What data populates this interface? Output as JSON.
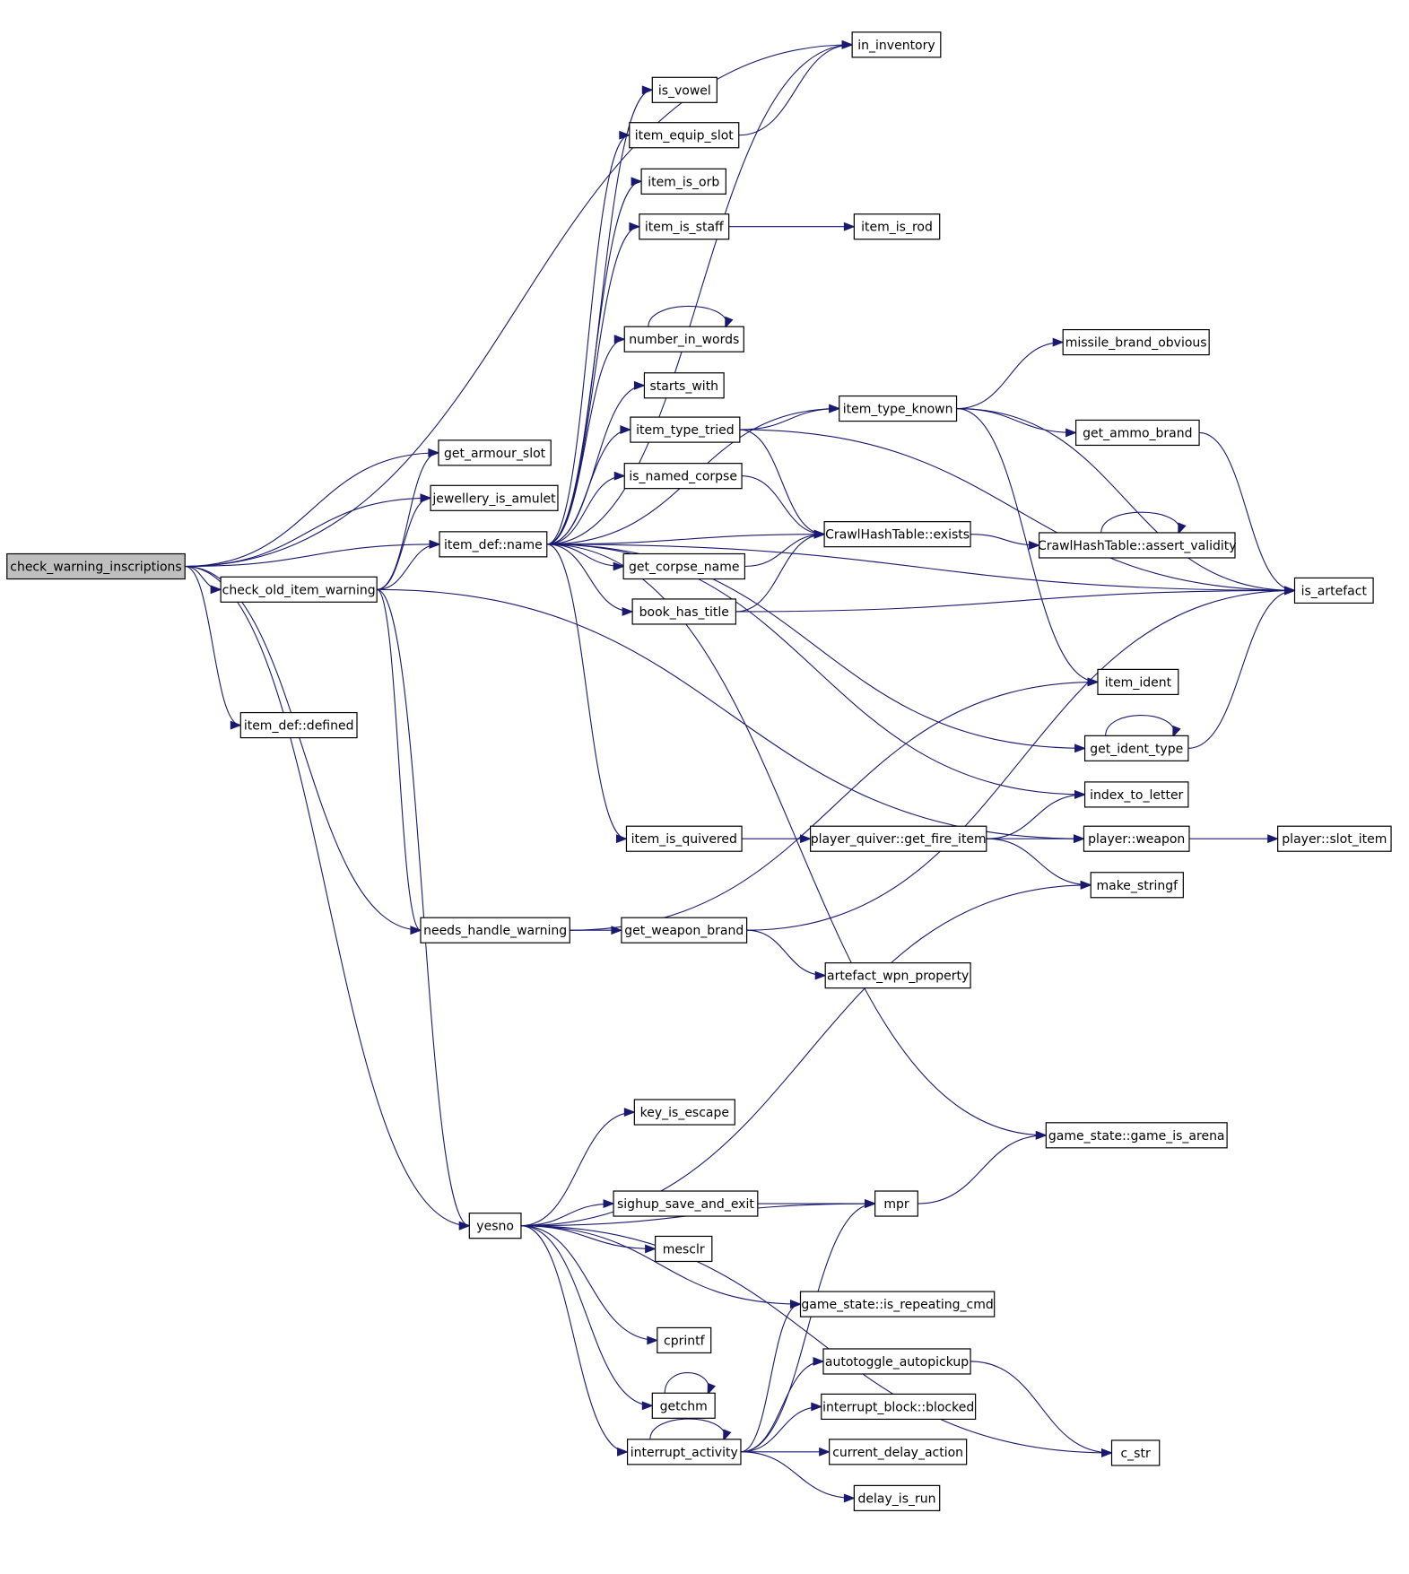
{
  "colors": {
    "edge": "#191970",
    "node_border": "#000000",
    "node_border_incomplete": "#ff0000",
    "root_fill": "#bfbfbf",
    "node_fill": "#ffffff"
  },
  "nodes": [
    {
      "id": "check_warning_inscriptions",
      "label": "check_warning_inscriptions",
      "root": true
    },
    {
      "id": "in_inventory",
      "label": "in_inventory"
    },
    {
      "id": "is_vowel",
      "label": "is_vowel"
    },
    {
      "id": "item_equip_slot",
      "label": "item_equip_slot"
    },
    {
      "id": "item_is_orb",
      "label": "item_is_orb"
    },
    {
      "id": "item_is_staff",
      "label": "item_is_staff"
    },
    {
      "id": "item_is_rod",
      "label": "item_is_rod"
    },
    {
      "id": "number_in_words",
      "label": "number_in_words"
    },
    {
      "id": "missile_brand_obvious",
      "label": "missile_brand_obvious"
    },
    {
      "id": "starts_with",
      "label": "starts_with"
    },
    {
      "id": "item_type_known",
      "label": "item_type_known"
    },
    {
      "id": "item_type_tried",
      "label": "item_type_tried"
    },
    {
      "id": "get_ammo_brand",
      "label": "get_ammo_brand"
    },
    {
      "id": "get_armour_slot",
      "label": "get_armour_slot"
    },
    {
      "id": "is_named_corpse",
      "label": "is_named_corpse"
    },
    {
      "id": "jewellery_is_amulet",
      "label": "jewellery_is_amulet"
    },
    {
      "id": "crawl_exists",
      "label": "CrawlHashTable::exists"
    },
    {
      "id": "assert_validity",
      "label": "CrawlHashTable::assert_validity",
      "incomplete": true
    },
    {
      "id": "item_def_name",
      "label": "item_def::name"
    },
    {
      "id": "get_corpse_name",
      "label": "get_corpse_name"
    },
    {
      "id": "check_old_item_warning",
      "label": "check_old_item_warning"
    },
    {
      "id": "is_artefact",
      "label": "is_artefact"
    },
    {
      "id": "book_has_title",
      "label": "book_has_title"
    },
    {
      "id": "item_ident",
      "label": "item_ident"
    },
    {
      "id": "item_def_defined",
      "label": "item_def::defined"
    },
    {
      "id": "get_ident_type",
      "label": "get_ident_type"
    },
    {
      "id": "index_to_letter",
      "label": "index_to_letter"
    },
    {
      "id": "item_is_quivered",
      "label": "item_is_quivered"
    },
    {
      "id": "get_fire_item",
      "label": "player_quiver::get_fire_item",
      "incomplete": true
    },
    {
      "id": "player_weapon",
      "label": "player::weapon"
    },
    {
      "id": "slot_item",
      "label": "player::slot_item"
    },
    {
      "id": "make_stringf",
      "label": "make_stringf",
      "incomplete": true
    },
    {
      "id": "needs_handle_warning",
      "label": "needs_handle_warning"
    },
    {
      "id": "get_weapon_brand",
      "label": "get_weapon_brand"
    },
    {
      "id": "artefact_wpn_property",
      "label": "artefact_wpn_property",
      "incomplete": true
    },
    {
      "id": "key_is_escape",
      "label": "key_is_escape"
    },
    {
      "id": "game_is_arena",
      "label": "game_state::game_is_arena"
    },
    {
      "id": "sighup_save_and_exit",
      "label": "sighup_save_and_exit",
      "incomplete": true
    },
    {
      "id": "mpr",
      "label": "mpr",
      "incomplete": true
    },
    {
      "id": "yesno",
      "label": "yesno"
    },
    {
      "id": "mesclr",
      "label": "mesclr"
    },
    {
      "id": "is_repeating_cmd",
      "label": "game_state::is_repeating_cmd"
    },
    {
      "id": "cprintf",
      "label": "cprintf"
    },
    {
      "id": "autotoggle_autopickup",
      "label": "autotoggle_autopickup",
      "incomplete": true
    },
    {
      "id": "getchm",
      "label": "getchm"
    },
    {
      "id": "interrupt_block_blocked",
      "label": "interrupt_block::blocked"
    },
    {
      "id": "interrupt_activity",
      "label": "interrupt_activity",
      "incomplete": true
    },
    {
      "id": "current_delay_action",
      "label": "current_delay_action",
      "incomplete": true
    },
    {
      "id": "c_str",
      "label": "c_str"
    },
    {
      "id": "delay_is_run",
      "label": "delay_is_run"
    }
  ],
  "edges": [
    [
      "check_warning_inscriptions",
      "in_inventory"
    ],
    [
      "check_warning_inscriptions",
      "get_armour_slot"
    ],
    [
      "check_warning_inscriptions",
      "jewellery_is_amulet"
    ],
    [
      "check_warning_inscriptions",
      "item_def_name"
    ],
    [
      "check_warning_inscriptions",
      "check_old_item_warning"
    ],
    [
      "check_warning_inscriptions",
      "item_def_defined"
    ],
    [
      "check_warning_inscriptions",
      "needs_handle_warning"
    ],
    [
      "check_warning_inscriptions",
      "yesno"
    ],
    [
      "item_equip_slot",
      "in_inventory"
    ],
    [
      "item_is_staff",
      "item_is_rod"
    ],
    [
      "number_in_words",
      "number_in_words"
    ],
    [
      "item_type_known",
      "missile_brand_obvious"
    ],
    [
      "item_type_known",
      "is_artefact"
    ],
    [
      "item_type_known",
      "get_ammo_brand"
    ],
    [
      "item_type_known",
      "item_ident"
    ],
    [
      "item_type_tried",
      "item_type_known"
    ],
    [
      "item_type_tried",
      "crawl_exists"
    ],
    [
      "item_type_tried",
      "is_artefact"
    ],
    [
      "get_ammo_brand",
      "is_artefact"
    ],
    [
      "is_named_corpse",
      "crawl_exists"
    ],
    [
      "crawl_exists",
      "assert_validity"
    ],
    [
      "assert_validity",
      "assert_validity"
    ],
    [
      "item_def_name",
      "in_inventory"
    ],
    [
      "item_def_name",
      "is_vowel"
    ],
    [
      "item_def_name",
      "item_equip_slot"
    ],
    [
      "item_def_name",
      "item_is_orb"
    ],
    [
      "item_def_name",
      "item_is_staff"
    ],
    [
      "item_def_name",
      "number_in_words"
    ],
    [
      "item_def_name",
      "starts_with"
    ],
    [
      "item_def_name",
      "item_type_tried"
    ],
    [
      "item_def_name",
      "item_type_known"
    ],
    [
      "item_def_name",
      "is_named_corpse"
    ],
    [
      "item_def_name",
      "crawl_exists"
    ],
    [
      "item_def_name",
      "get_corpse_name"
    ],
    [
      "item_def_name",
      "book_has_title"
    ],
    [
      "item_def_name",
      "is_artefact"
    ],
    [
      "item_def_name",
      "get_ident_type"
    ],
    [
      "item_def_name",
      "index_to_letter"
    ],
    [
      "item_def_name",
      "item_is_quivered"
    ],
    [
      "item_def_name",
      "game_is_arena"
    ],
    [
      "get_corpse_name",
      "crawl_exists"
    ],
    [
      "book_has_title",
      "crawl_exists"
    ],
    [
      "book_has_title",
      "is_artefact"
    ],
    [
      "check_old_item_warning",
      "get_armour_slot"
    ],
    [
      "check_old_item_warning",
      "jewellery_is_amulet"
    ],
    [
      "check_old_item_warning",
      "item_def_name"
    ],
    [
      "check_old_item_warning",
      "player_weapon"
    ],
    [
      "check_old_item_warning",
      "needs_handle_warning"
    ],
    [
      "check_old_item_warning",
      "yesno"
    ],
    [
      "get_ident_type",
      "get_ident_type"
    ],
    [
      "get_ident_type",
      "is_artefact"
    ],
    [
      "item_is_quivered",
      "get_fire_item"
    ],
    [
      "get_fire_item",
      "index_to_letter"
    ],
    [
      "get_fire_item",
      "player_weapon"
    ],
    [
      "get_fire_item",
      "make_stringf"
    ],
    [
      "player_weapon",
      "slot_item"
    ],
    [
      "needs_handle_warning",
      "item_ident"
    ],
    [
      "needs_handle_warning",
      "get_weapon_brand"
    ],
    [
      "get_weapon_brand",
      "is_artefact"
    ],
    [
      "get_weapon_brand",
      "artefact_wpn_property"
    ],
    [
      "yesno",
      "make_stringf"
    ],
    [
      "yesno",
      "key_is_escape"
    ],
    [
      "yesno",
      "mpr"
    ],
    [
      "yesno",
      "sighup_save_and_exit"
    ],
    [
      "yesno",
      "mesclr"
    ],
    [
      "yesno",
      "is_repeating_cmd"
    ],
    [
      "yesno",
      "cprintf"
    ],
    [
      "yesno",
      "getchm"
    ],
    [
      "yesno",
      "interrupt_activity"
    ],
    [
      "yesno",
      "c_str"
    ],
    [
      "sighup_save_and_exit",
      "mpr"
    ],
    [
      "mpr",
      "game_is_arena"
    ],
    [
      "getchm",
      "getchm"
    ],
    [
      "autotoggle_autopickup",
      "c_str"
    ],
    [
      "interrupt_activity",
      "mpr"
    ],
    [
      "interrupt_activity",
      "is_repeating_cmd"
    ],
    [
      "interrupt_activity",
      "autotoggle_autopickup"
    ],
    [
      "interrupt_activity",
      "interrupt_block_blocked"
    ],
    [
      "interrupt_activity",
      "current_delay_action"
    ],
    [
      "interrupt_activity",
      "delay_is_run"
    ],
    [
      "interrupt_activity",
      "interrupt_activity"
    ]
  ]
}
